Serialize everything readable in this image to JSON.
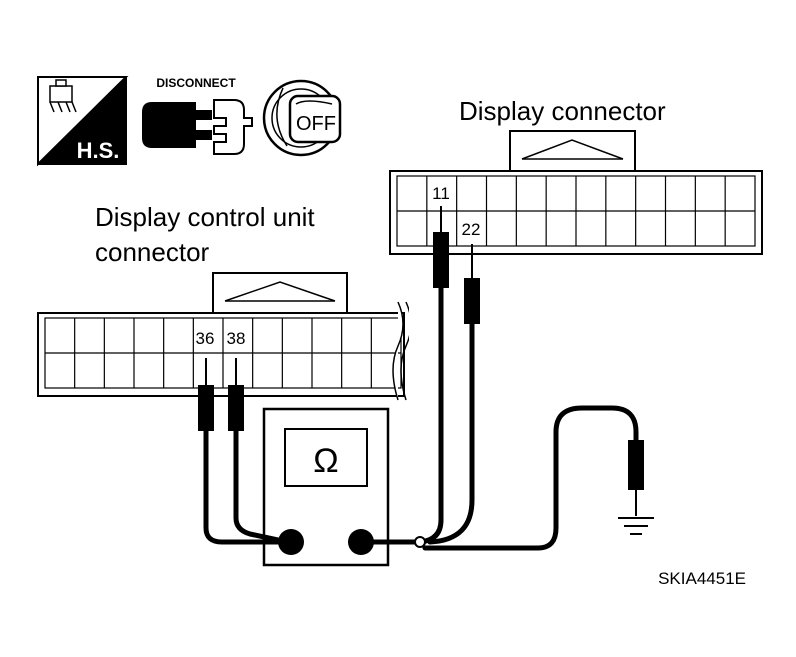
{
  "icons": {
    "hs_label": "H.S.",
    "disconnect_label": "DISCONNECT",
    "ignition_label": "OFF"
  },
  "connectors": {
    "display": {
      "title": "Display connector",
      "pins": {
        "top": "11",
        "bottom": "22"
      }
    },
    "control_unit": {
      "title_line1": "Display control unit",
      "title_line2": "connector",
      "pins": {
        "left": "36",
        "right": "38"
      }
    }
  },
  "meter": {
    "symbol": "Ω"
  },
  "figure_code": "SKIA4451E"
}
